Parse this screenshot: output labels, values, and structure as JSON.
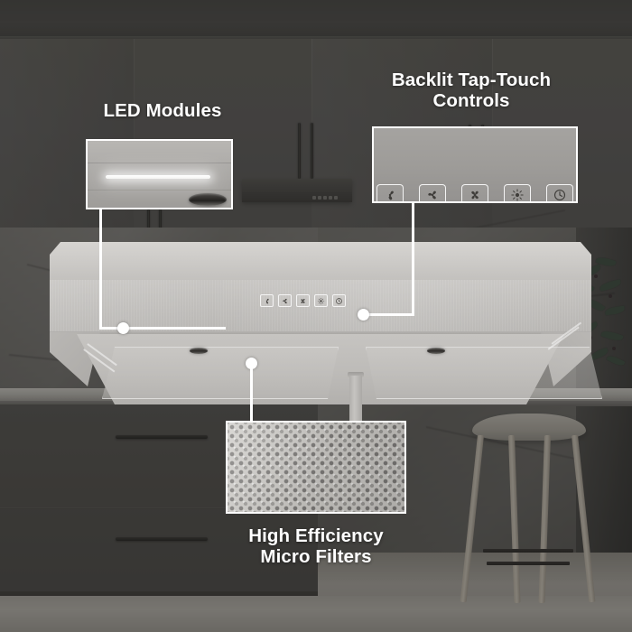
{
  "scene": {
    "description": "Modern dimmed kitchen with stainless steel under-cabinet range hood product callout",
    "background_color": "#4a4947",
    "accent_color": "#ffffff",
    "hood_color": "#c6c4c1"
  },
  "callouts": [
    {
      "id": "led-modules",
      "title": "LED Modules",
      "title_lines": [
        "LED Modules"
      ],
      "feature": "led-strip"
    },
    {
      "id": "backlit-controls",
      "title": "Backlit Tap-Touch Controls",
      "title_lines": [
        "Backlit Tap-Touch",
        "Controls"
      ],
      "feature": "touch-control-panel"
    },
    {
      "id": "micro-filters",
      "title": "High Efficiency Micro Filters",
      "title_lines": [
        "High Efficiency",
        "Micro Filters"
      ],
      "feature": "mesh-filter"
    }
  ],
  "control_panel": {
    "buttons": [
      {
        "name": "fan-speed-low",
        "icon": "fan-2-blade-icon",
        "label": "Fan Speed Low"
      },
      {
        "name": "fan-speed-medium",
        "icon": "fan-3-blade-icon",
        "label": "Fan Speed Medium"
      },
      {
        "name": "fan-speed-high",
        "icon": "fan-4-blade-icon",
        "label": "Fan Speed High"
      },
      {
        "name": "light",
        "icon": "light-bulb-icon",
        "label": "Light"
      },
      {
        "name": "timer",
        "icon": "clock-icon",
        "label": "Timer"
      }
    ]
  },
  "hood": {
    "type": "under-cabinet range hood",
    "finish": "brushed stainless steel",
    "filter_count": 2,
    "lamp_count": 2
  }
}
